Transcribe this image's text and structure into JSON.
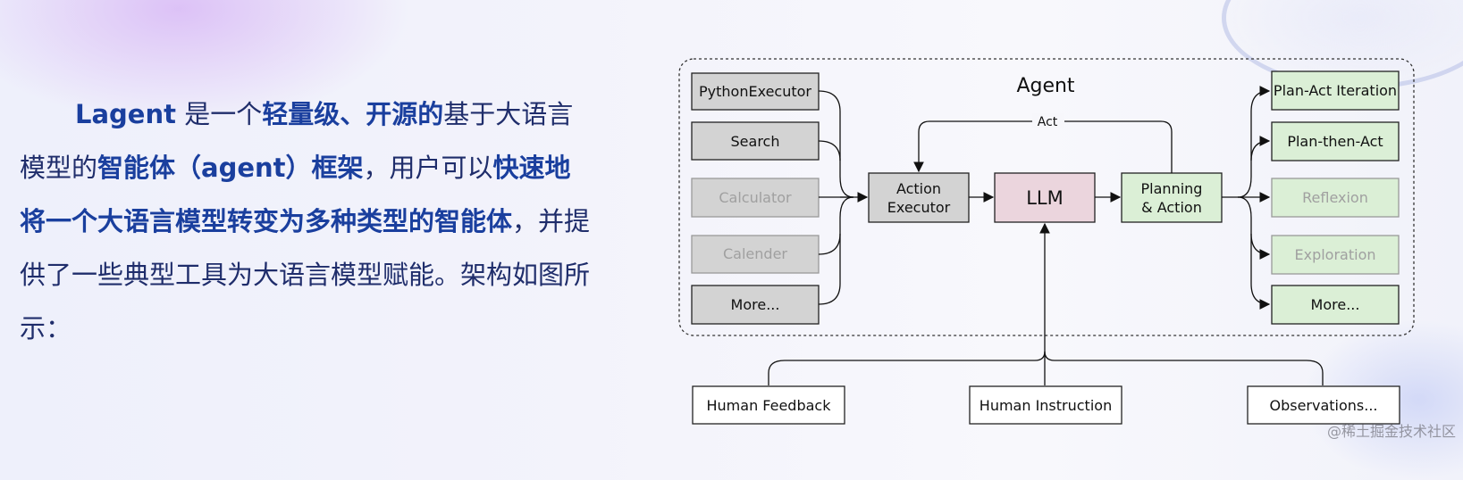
{
  "intro": {
    "s1": "Lagent",
    "s2": " 是一个",
    "s3": "轻量级、开源的",
    "s4": "基于大语言模型的",
    "s5": "智能体（agent）框架",
    "s6": "，用户可以",
    "s7": "快速地将一个大语言模型转变为多种类型的智能体",
    "s8": "，并提供了一些典型工具为大语言模型赋能。架构如图所示："
  },
  "diagram": {
    "agent_title": "Agent",
    "act_label": "Act",
    "tools": [
      "PythonExecutor",
      "Search",
      "Calculator",
      "Calender",
      "More..."
    ],
    "action_executor": [
      "Action",
      "Executor"
    ],
    "llm": "LLM",
    "planning": [
      "Planning",
      "& Action"
    ],
    "strategies": [
      "Plan-Act Iteration",
      "Plan-then-Act",
      "Reflexion",
      "Exploration",
      "More..."
    ],
    "inputs": [
      "Human Feedback",
      "Human Instruction",
      "Observations..."
    ]
  },
  "colors": {
    "tool_fill": "#d3d3d3",
    "strategy_fill": "#dbefd6",
    "llm_fill": "#ebd5dd",
    "faded_text": "#a0a0a0"
  },
  "watermark": "@稀土掘金技术社区"
}
